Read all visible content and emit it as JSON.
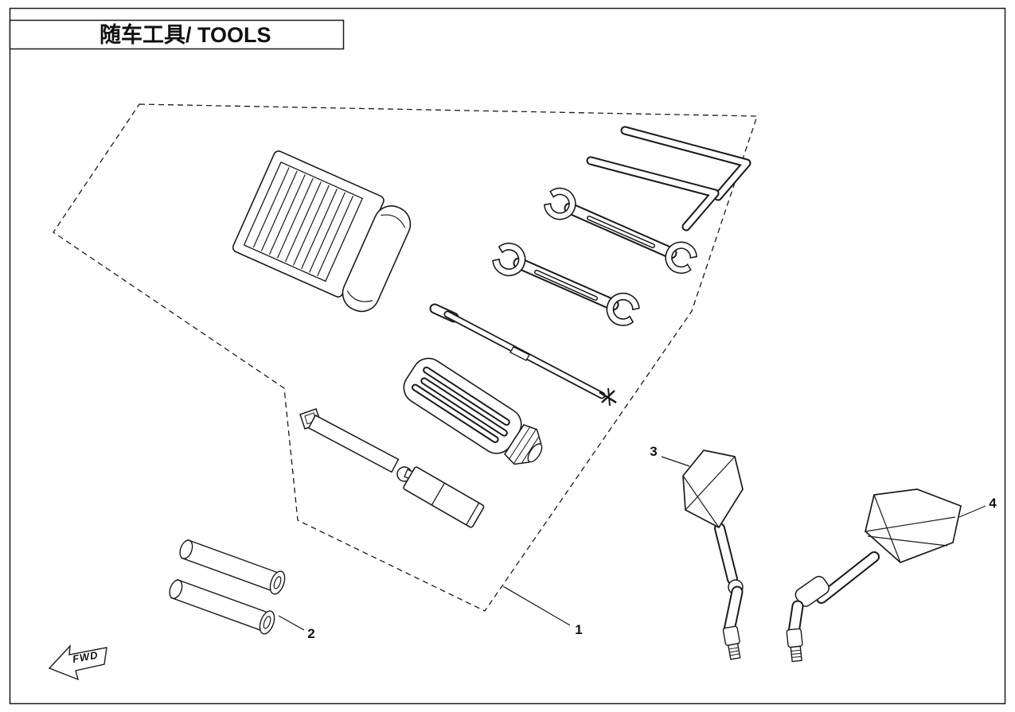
{
  "header": {
    "title": "随车工具/ TOOLS"
  },
  "callouts": {
    "part1": "1",
    "part2": "2",
    "part3": "3",
    "part4": "4"
  },
  "fwd": {
    "label": "FWD"
  },
  "colors": {
    "line": "#1a1a1a",
    "background": "#ffffff"
  }
}
